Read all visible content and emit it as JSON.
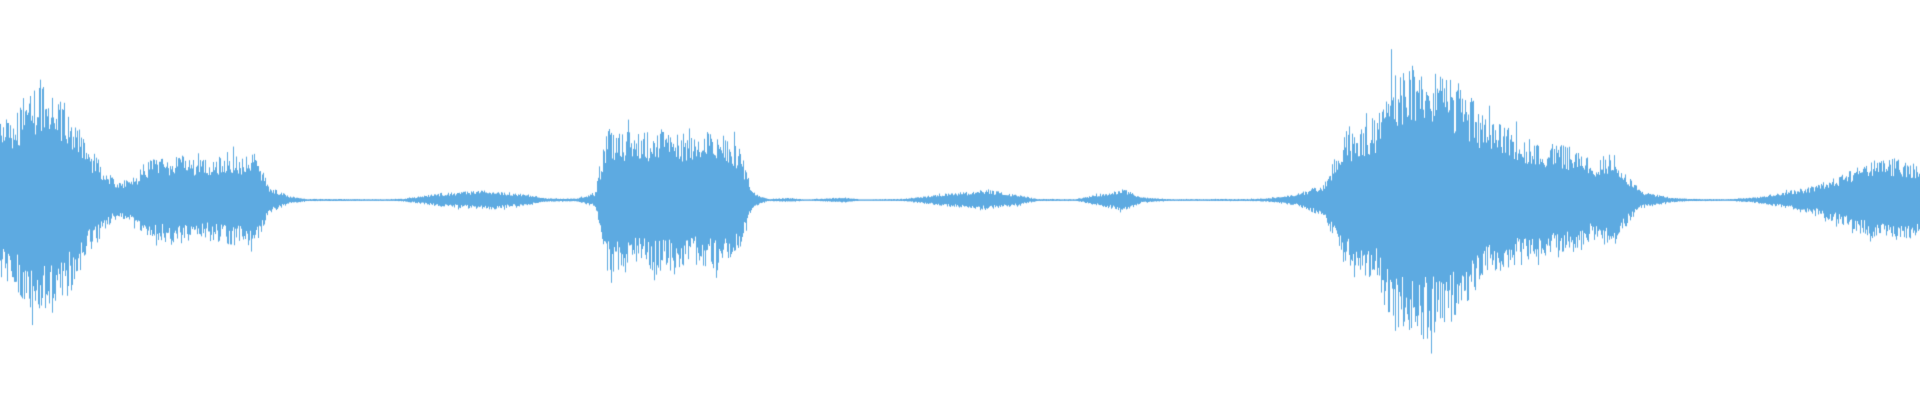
{
  "waveform": {
    "color": "#5daae1",
    "background": "#ffffff",
    "amplitude_envelope": [
      [
        0.0,
        0.55
      ],
      [
        0.008,
        0.62
      ],
      [
        0.015,
        0.8
      ],
      [
        0.022,
        0.85
      ],
      [
        0.03,
        0.78
      ],
      [
        0.038,
        0.62
      ],
      [
        0.045,
        0.4
      ],
      [
        0.055,
        0.22
      ],
      [
        0.062,
        0.12
      ],
      [
        0.07,
        0.18
      ],
      [
        0.078,
        0.28
      ],
      [
        0.09,
        0.32
      ],
      [
        0.105,
        0.28
      ],
      [
        0.12,
        0.32
      ],
      [
        0.133,
        0.33
      ],
      [
        0.14,
        0.1
      ],
      [
        0.15,
        0.03
      ],
      [
        0.16,
        0.008
      ],
      [
        0.2,
        0.006
      ],
      [
        0.21,
        0.01
      ],
      [
        0.23,
        0.05
      ],
      [
        0.255,
        0.07
      ],
      [
        0.275,
        0.04
      ],
      [
        0.285,
        0.012
      ],
      [
        0.3,
        0.01
      ],
      [
        0.31,
        0.05
      ],
      [
        0.316,
        0.52
      ],
      [
        0.33,
        0.48
      ],
      [
        0.345,
        0.5
      ],
      [
        0.36,
        0.46
      ],
      [
        0.375,
        0.5
      ],
      [
        0.385,
        0.38
      ],
      [
        0.392,
        0.06
      ],
      [
        0.4,
        0.008
      ],
      [
        0.41,
        0.015
      ],
      [
        0.42,
        0.004
      ],
      [
        0.44,
        0.02
      ],
      [
        0.448,
        0.004
      ],
      [
        0.47,
        0.008
      ],
      [
        0.495,
        0.05
      ],
      [
        0.515,
        0.07
      ],
      [
        0.53,
        0.04
      ],
      [
        0.54,
        0.008
      ],
      [
        0.56,
        0.006
      ],
      [
        0.575,
        0.05
      ],
      [
        0.585,
        0.08
      ],
      [
        0.595,
        0.02
      ],
      [
        0.61,
        0.006
      ],
      [
        0.65,
        0.008
      ],
      [
        0.66,
        0.012
      ],
      [
        0.675,
        0.04
      ],
      [
        0.69,
        0.12
      ],
      [
        0.7,
        0.45
      ],
      [
        0.71,
        0.55
      ],
      [
        0.718,
        0.6
      ],
      [
        0.725,
        0.92
      ],
      [
        0.735,
        1.0
      ],
      [
        0.745,
        0.98
      ],
      [
        0.755,
        0.88
      ],
      [
        0.765,
        0.75
      ],
      [
        0.775,
        0.58
      ],
      [
        0.79,
        0.48
      ],
      [
        0.805,
        0.4
      ],
      [
        0.818,
        0.38
      ],
      [
        0.83,
        0.28
      ],
      [
        0.84,
        0.34
      ],
      [
        0.848,
        0.18
      ],
      [
        0.855,
        0.06
      ],
      [
        0.87,
        0.02
      ],
      [
        0.88,
        0.008
      ],
      [
        0.9,
        0.006
      ],
      [
        0.915,
        0.02
      ],
      [
        0.93,
        0.06
      ],
      [
        0.945,
        0.1
      ],
      [
        0.96,
        0.18
      ],
      [
        0.975,
        0.28
      ],
      [
        0.99,
        0.3
      ],
      [
        1.0,
        0.26
      ]
    ]
  }
}
